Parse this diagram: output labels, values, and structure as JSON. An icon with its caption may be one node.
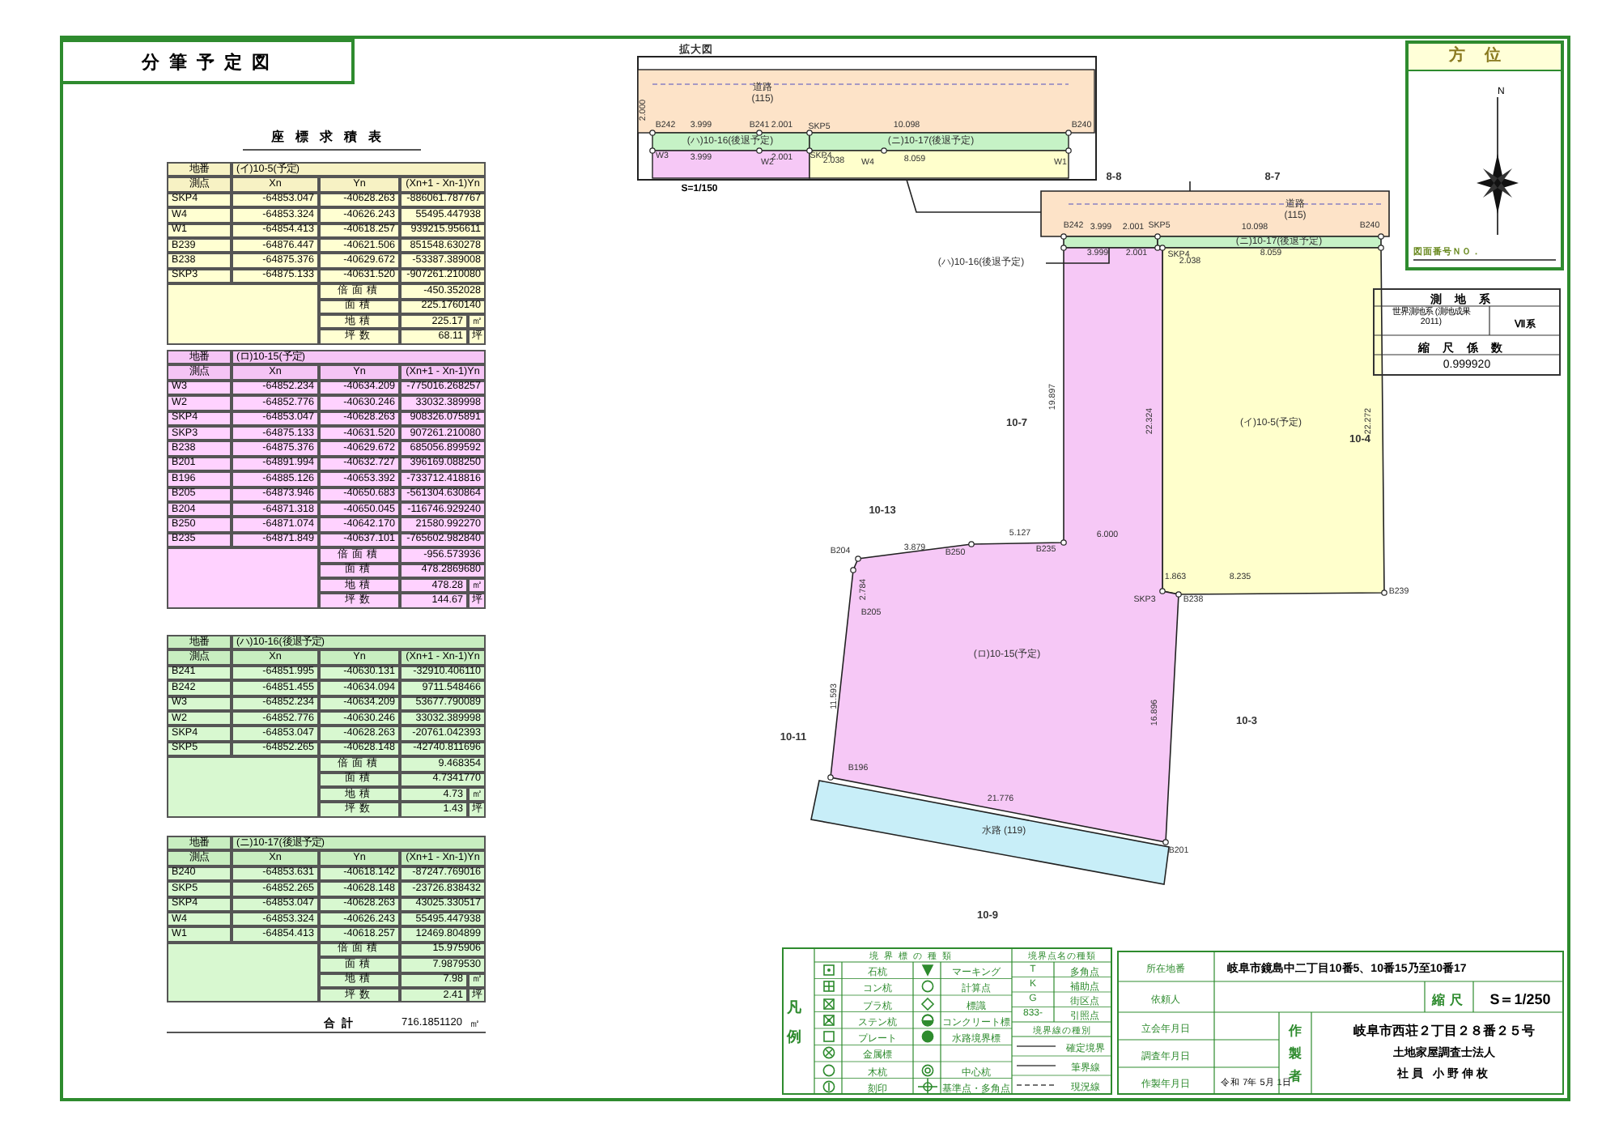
{
  "diagram": {
    "title": "分筆予定図",
    "nodes": [
      {
        "text": [
          "拡大図"
        ],
        "beside": [
          "S=1/150"
        ]
      },
      {
        "text": [
          "道路 (115)"
        ],
        "in": 0
      },
      {
        "text": [
          "(ハ)10-16(後退予定)"
        ],
        "in": 0
      },
      {
        "text": [
          "(ニ)10-17(後退予定)"
        ],
        "in": 0
      },
      {
        "text": [],
        "shape": "box",
        "in": 0
      },
      {
        "text": [],
        "shape": "box",
        "in": 0
      },
      {
        "text": [
          "道路 (115)"
        ]
      },
      {
        "text": [],
        "shape": "box"
      },
      {
        "text": [
          "(ニ)10-17(後退予定)"
        ]
      },
      {
        "text": [
          "(ハ)10-16(後退予定)"
        ]
      },
      {
        "text": [
          "(イ)10-5(予定)"
        ]
      },
      {
        "text": [
          "(ロ)10-15(予定)"
        ]
      },
      {
        "text": [
          "水路 (119)"
        ]
      }
    ],
    "edges": [
      {
        "from": 0,
        "to": 6,
        "arrow": "none"
      },
      {
        "from": 9,
        "to": 7,
        "arrow": "none"
      }
    ],
    "labels": [
      "座標求積表",
      "地番",
      "(イ)10-5(予定)",
      "測点",
      "Xn",
      "Yn",
      "(Xn+1 - Xn-1)Yn",
      "SKP4",
      "-64853.047",
      "-40628.263",
      "-886061.787767",
      "W4",
      "-64853.324",
      "-40626.243",
      "55495.447938",
      "W1",
      "-64854.413",
      "-40618.257",
      "939215.956611",
      "B239",
      "-64876.447",
      "-40621.506",
      "851548.630278",
      "B238",
      "-64875.376",
      "-40629.672",
      "-53387.389008",
      "SKP3",
      "-64875.133",
      "-40631.520",
      "-907261.210080",
      "倍面積",
      "-450.352028",
      "面積",
      "225.1760140",
      "地積",
      "225.17",
      "㎡",
      "坪数",
      "68.11",
      "坪",
      "地番",
      "(ロ)10-15(予定)",
      "測点",
      "Xn",
      "Yn",
      "(Xn+1 - Xn-1)Yn",
      "W3",
      "-64852.234",
      "-40634.209",
      "-775016.268257",
      "W2",
      "-64852.776",
      "-40630.246",
      "33032.389998",
      "SKP4",
      "-64853.047",
      "-40628.263",
      "908326.075891",
      "SKP3",
      "-64875.133",
      "-40631.520",
      "907261.210080",
      "B238",
      "-64875.376",
      "-40629.672",
      "685056.899592",
      "B201",
      "-64891.994",
      "-40632.727",
      "396169.088250",
      "B196",
      "-64885.126",
      "-40653.392",
      "-733712.418816",
      "B205",
      "-64873.946",
      "-40650.683",
      "-561304.630864",
      "B204",
      "-64871.318",
      "-40650.045",
      "-116746.929240",
      "B250",
      "-64871.074",
      "-40642.170",
      "21580.992270",
      "B235",
      "-64871.849",
      "-40637.101",
      "-765602.982840",
      "倍面積",
      "-956.573936",
      "面積",
      "478.2869680",
      "地積",
      "478.28",
      "㎡",
      "坪数",
      "144.67",
      "坪",
      "地番",
      "(ハ)10-16(後退予定)",
      "測点",
      "Xn",
      "Yn",
      "(Xn+1 - Xn-1)Yn",
      "B241",
      "-64851.995",
      "-40630.131",
      "-32910.406110",
      "B242",
      "-64851.455",
      "-40634.094",
      "9711.548466",
      "W3",
      "-64852.234",
      "-40634.209",
      "53677.790089",
      "W2",
      "-64852.776",
      "-40630.246",
      "33032.389998",
      "SKP4",
      "-64853.047",
      "-40628.263",
      "-20761.042393",
      "SKP5",
      "-64852.265",
      "-40628.148",
      "-42740.811696",
      "倍面積",
      "9.468354",
      "面積",
      "4.7341770",
      "地積",
      "4.73",
      "㎡",
      "坪数",
      "1.43",
      "坪",
      "地番",
      "(ニ)10-17(後退予定)",
      "測点",
      "Xn",
      "Yn",
      "(Xn+1 - Xn-1)Yn",
      "B240",
      "-64853.631",
      "-40618.142",
      "-87247.769016",
      "SKP5",
      "-64852.265",
      "-40628.148",
      "-23726.838432",
      "SKP4",
      "-64853.047",
      "-40628.263",
      "43025.330517",
      "W4",
      "-64853.324",
      "-40626.243",
      "55495.447938",
      "W1",
      "-64854.413",
      "-40618.257",
      "12469.804899",
      "倍面積",
      "15.975906",
      "面積",
      "7.9879530",
      "地積",
      "7.98",
      "㎡",
      "坪数",
      "2.41",
      "坪",
      "合計",
      "716.1851120",
      "㎡",
      "3.999",
      "2.001",
      "10.098",
      "3.999",
      "2.001",
      "2.038",
      "8.059",
      "2.000",
      "SKP5",
      "SKP4",
      "B242",
      "B241",
      "B240",
      "W3",
      "W2",
      "W4",
      "W1",
      "8-8",
      "8-7",
      "3.999",
      "2.001",
      "10.098",
      "3.999",
      "2.001",
      "2.038",
      "8.059",
      "SKP5",
      "SKP4",
      "B242",
      "B240",
      "19.897",
      "22.324",
      "22.272",
      "10-7",
      "10-4",
      "10-13",
      "B204",
      "3.879",
      "B250",
      "5.127",
      "B235",
      "6.000",
      "2.784",
      "B205",
      "1.863",
      "8.235",
      "SKP3",
      "B238",
      "B239",
      "10-11",
      "11.593",
      "16.896",
      "10-3",
      "B196",
      "21.776",
      "B201",
      "10-9",
      "凡例",
      "境界標の種類",
      "境界点名の種類",
      "T",
      "多角点",
      "K",
      "補助点",
      "G",
      "街区点",
      "833-",
      "引照点",
      "境界線の種別",
      "所在地番",
      "岐阜市鏡島中二丁目10番5、10番15乃至10番17",
      "依頼人",
      "縮尺",
      "S＝1/250",
      "立会年月日",
      "調査年月日",
      "作製年月日",
      "令和 7年 5月 1日",
      "作製者",
      "岐阜市西荘２丁目２８番２５号",
      "土地家屋調査士法人",
      "社員 小野伸枚",
      "方位",
      "N",
      "図面番号ＮＯ．",
      "測地系",
      "世界測地系 (測地成果2011)",
      "Ⅶ系",
      "縮尺係数",
      "0.999920"
    ],
    "legend": [
      {
        "text": "石杭"
      },
      {
        "text": "マーキング"
      },
      {
        "text": "コン杭"
      },
      {
        "text": "計算点"
      },
      {
        "text": "プラ杭"
      },
      {
        "text": "標識"
      },
      {
        "text": "ステン杭"
      },
      {
        "text": "コンクリート標"
      },
      {
        "text": "プレート"
      },
      {
        "text": "水路境界標"
      },
      {
        "text": "金属標"
      },
      {
        "text": "木杭"
      },
      {
        "text": "中心杭"
      },
      {
        "text": "刻印"
      },
      {
        "text": "基準点・多角点"
      },
      {
        "text": "確定境界"
      },
      {
        "text": "筆界線"
      },
      {
        "text": "現況線"
      }
    ]
  }
}
